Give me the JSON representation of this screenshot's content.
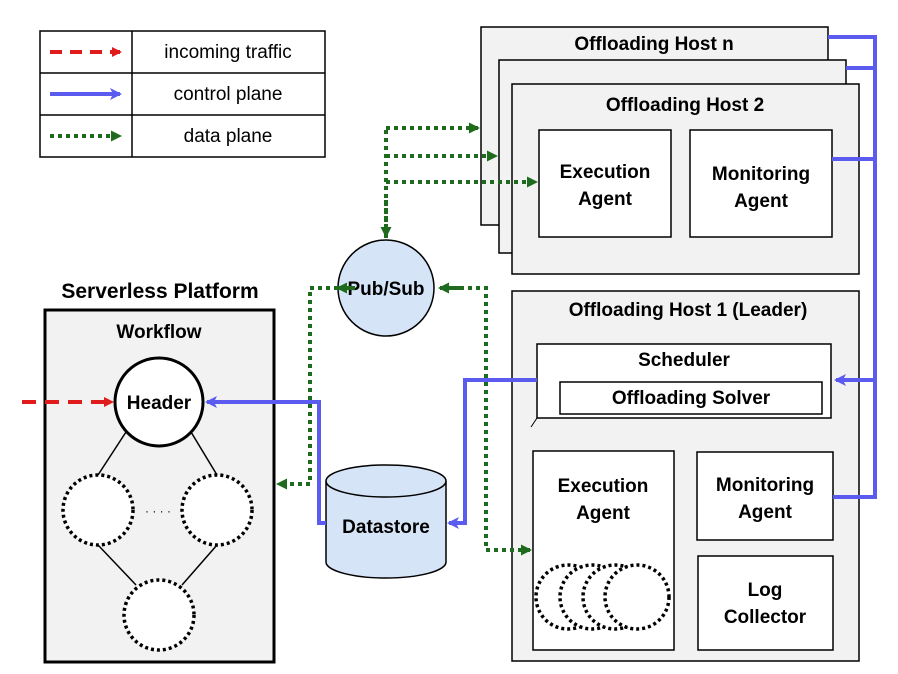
{
  "legend": {
    "incoming_traffic": "incoming traffic",
    "control_plane": "control plane",
    "data_plane": "data plane"
  },
  "hosts": {
    "host_n": "Offloading Host n",
    "host_2": "Offloading Host 2",
    "host_1": "Offloading Host 1 (Leader)"
  },
  "agents": {
    "execution_line1": "Execution",
    "execution_line2": "Agent",
    "monitoring_line1": "Monitoring",
    "monitoring_line2": "Agent"
  },
  "scheduler": {
    "title": "Scheduler",
    "solver": "Offloading Solver"
  },
  "log_collector": {
    "line1": "Log",
    "line2": "Collector"
  },
  "pubsub": "Pub/Sub",
  "datastore": "Datastore",
  "platform": {
    "title": "Serverless Platform",
    "workflow": "Workflow",
    "header": "Header",
    "ellipsis": "· · · ·"
  },
  "colors": {
    "incoming": "#e01b1b",
    "control": "#5b5bf0",
    "data": "#1e6b1e",
    "node_fill": "#d6e4f7",
    "panel_fill": "#f2f2f2",
    "stroke": "#000000"
  }
}
